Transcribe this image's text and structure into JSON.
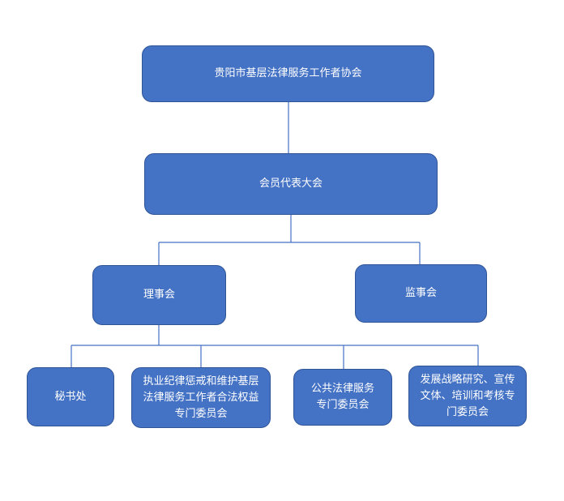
{
  "colors": {
    "node_fill": "#4472c4",
    "node_border": "#2f5597",
    "connector": "#4472c4",
    "text": "#ffffff"
  },
  "org": {
    "root": "贵阳市基层法律服务工作者协会",
    "assembly": "会员代表大会",
    "council": "理事会",
    "supervisory": "监事会",
    "departments": [
      {
        "label": "秘书处"
      },
      {
        "label": "执业纪律惩戒和维护基层法律服务工作者合法权益专门委员会"
      },
      {
        "label": "公共法律服务专门委员会"
      },
      {
        "label": "发展战略研究、宣传文体、培训和考核专门委员会"
      }
    ]
  }
}
